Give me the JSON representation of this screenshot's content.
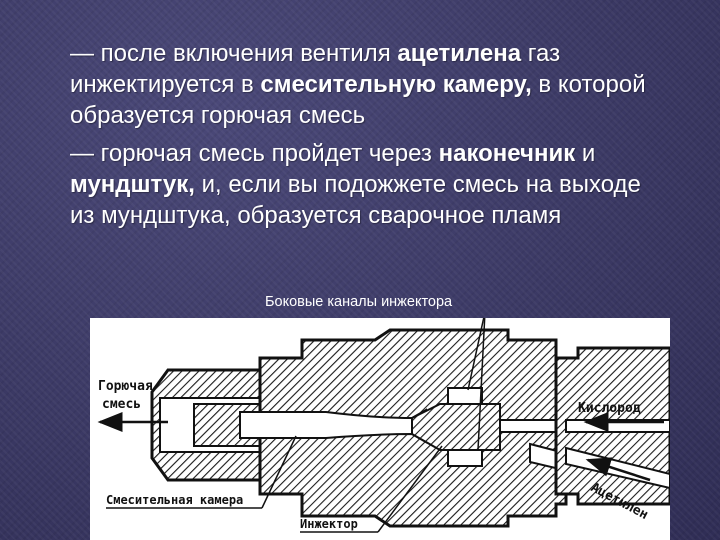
{
  "slide": {
    "para1": {
      "t1": "— после включения вентиля ",
      "b1": "ацетилена",
      "t2": " газ инжектируется в ",
      "b2": "смесительную камеру,",
      "t3": " в которой образуется горючая смесь"
    },
    "para2": {
      "t1": "— горючая смесь пройдет через ",
      "b1": "наконечник",
      "t2": " и ",
      "b2": "мундштук,",
      "t3": " и, если вы подожжете смесь на выходе из мундштука, образуется сварочное пламя"
    },
    "figure_caption": "Боковые каналы инжектора"
  },
  "diagram": {
    "label_mixture_line1": "Горючая",
    "label_mixture_line2": "смесь",
    "label_oxygen": "Кислород",
    "label_chamber": "Смесительная камера",
    "label_injector": "Инжектор",
    "label_acetylene": "Ацетилен"
  }
}
